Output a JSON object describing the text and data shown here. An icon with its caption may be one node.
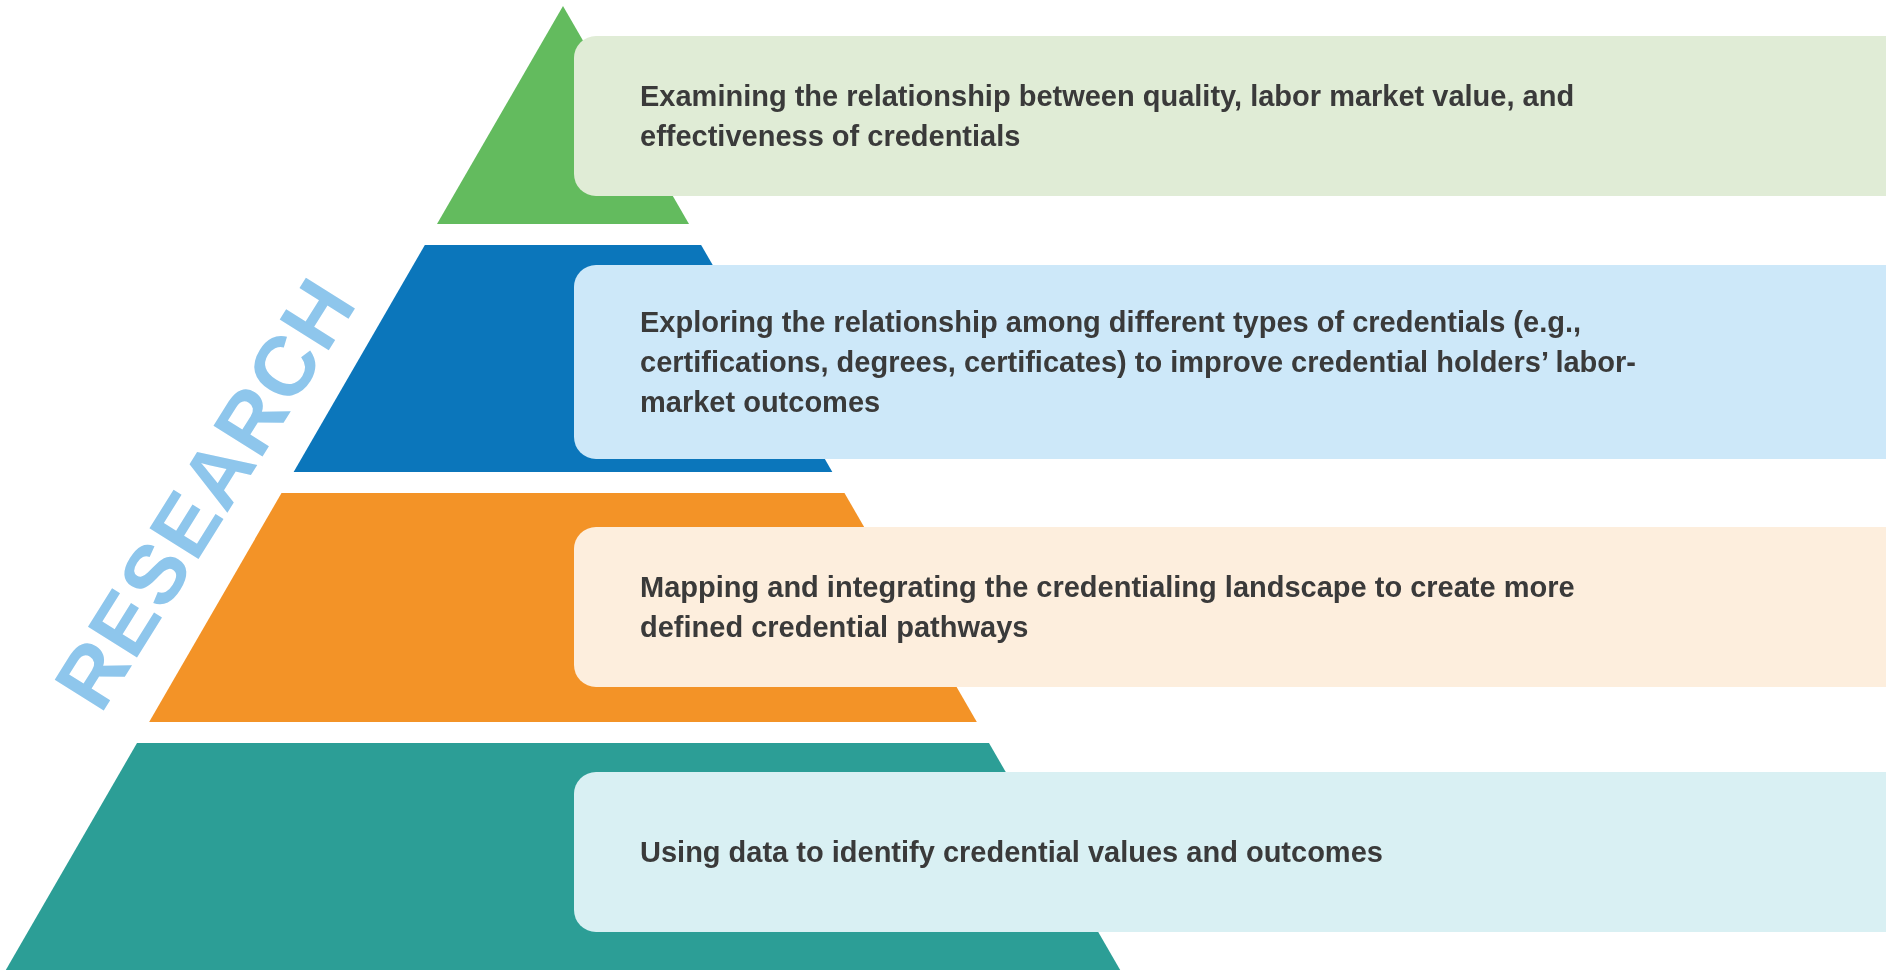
{
  "diagram": {
    "nodes": [
      {
        "text": [
          "Examining the relationship between quality, labor market value, and effectiveness of credentials"
        ]
      },
      {
        "text": [
          "Exploring the relationship among different types of credentials (e.g., certifications, degrees, certificates) to improve credential holders’ labor-market outcomes"
        ]
      },
      {
        "text": [
          "Mapping and integrating the credentialing landscape to create more defined credential pathways"
        ]
      },
      {
        "text": [
          "Using data to identify credential values and outcomes"
        ]
      }
    ],
    "labels": [
      "RESEARCH"
    ]
  }
}
